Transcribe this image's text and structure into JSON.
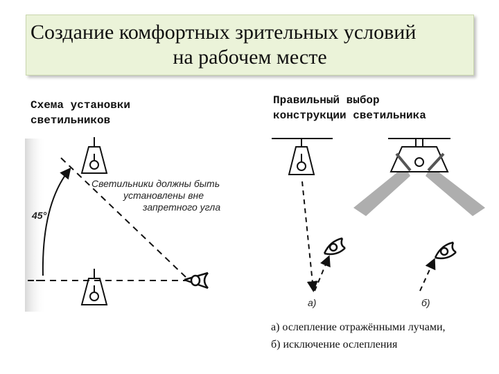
{
  "title": {
    "line1": "Создание комфортных зрительных условий",
    "line2": "на рабочем месте"
  },
  "left": {
    "heading_line1": "Схема установки",
    "heading_line2": "светильников",
    "note_line1": "Светильники должны быть",
    "note_line2": "установлены вне",
    "note_line3": "запретного угла",
    "angle_label": "45°"
  },
  "right": {
    "heading_line1": "Правильный выбор",
    "heading_line2": "конструкции светильника",
    "label_a": "а)",
    "label_b": "б)",
    "caption_line1": "а) ослепление отражёнными лучами,",
    "caption_line2": "б) исключение ослепления"
  }
}
